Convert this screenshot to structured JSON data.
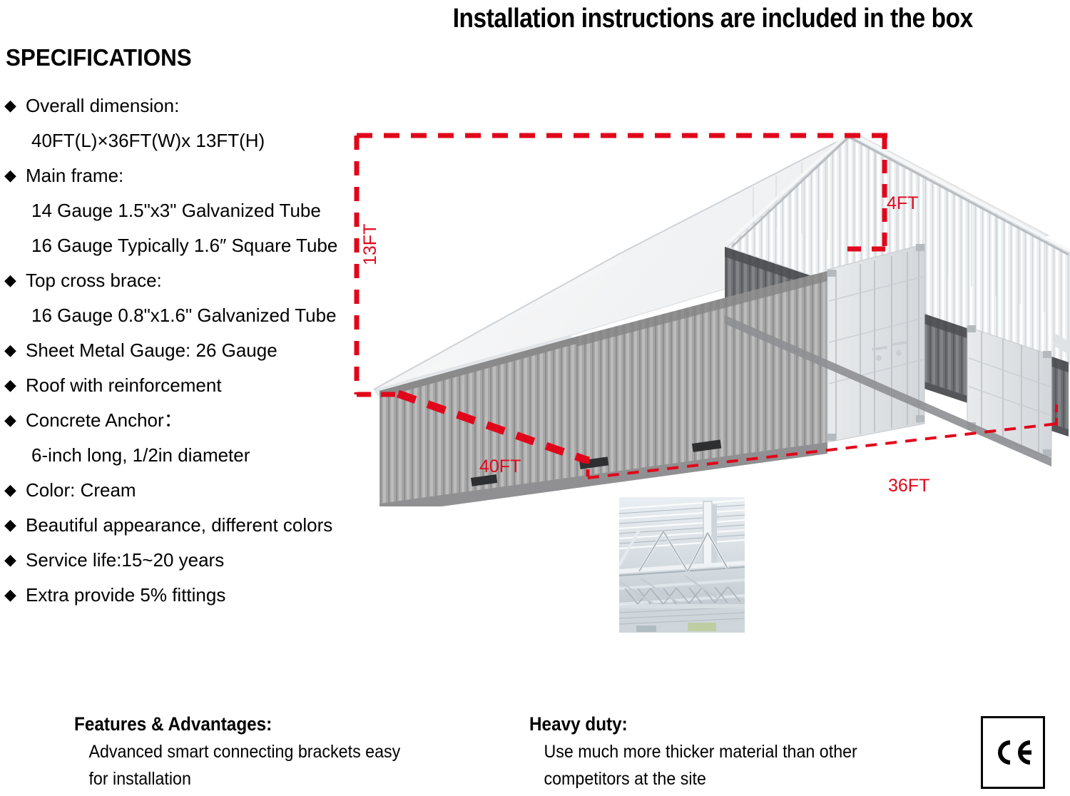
{
  "header": {
    "title": "Installation instructions are included in the box"
  },
  "specifications": {
    "heading": "SPECIFICATIONS",
    "bullet_glyph": "◆",
    "items": [
      {
        "text": "Overall dimension:",
        "sub": false
      },
      {
        "text": "40FT(L)×36FT(W)x 13FT(H)",
        "sub": true
      },
      {
        "text": "Main frame:",
        "sub": false
      },
      {
        "text": "14 Gauge 1.5\"x3\" Galvanized Tube",
        "sub": true
      },
      {
        "text": "16 Gauge Typically 1.6″ Square Tube",
        "sub": true
      },
      {
        "text": "Top cross brace:",
        "sub": false
      },
      {
        "text": "16 Gauge 0.8\"x1.6\" Galvanized Tube",
        "sub": true
      },
      {
        "text": "Sheet Metal Gauge: 26 Gauge",
        "sub": false
      },
      {
        "text": "Roof with reinforcement",
        "sub": false
      },
      {
        "text": "Concrete Anchor：",
        "sub": false
      },
      {
        "text": "6-inch long, 1/2in diameter",
        "sub": true
      },
      {
        "text": "Color: Cream",
        "sub": false
      },
      {
        "text": "Beautiful appearance, different colors",
        "sub": false
      },
      {
        "text": "Service life:15~20 years",
        "sub": false
      },
      {
        "text": "Extra provide 5% fittings",
        "sub": false
      }
    ]
  },
  "diagram": {
    "dimension_color": "#e1071b",
    "labels": {
      "height": "13FT",
      "length": "40FT",
      "gable": "4FT",
      "width": "36FT"
    },
    "inset_caption": "roof-truss-photo"
  },
  "features": {
    "title": "Features & Advantages:",
    "lines": [
      "Advanced smart connecting brackets easy",
      "for installation"
    ]
  },
  "heavy_duty": {
    "title": "Heavy duty:",
    "lines": [
      "Use much more thicker material than other",
      "competitors at the site"
    ]
  },
  "certification": {
    "mark": "CE"
  }
}
